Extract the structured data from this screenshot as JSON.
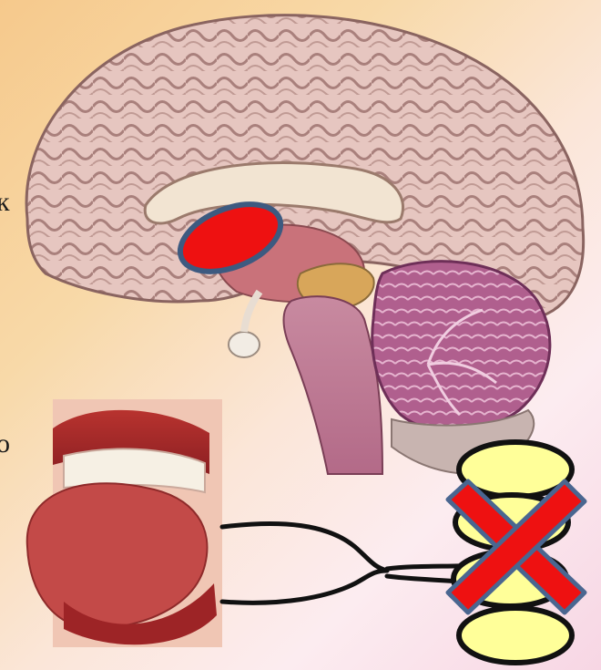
{
  "edge_text": [
    "к",
    "о"
  ],
  "colors": {
    "background_start": "#f6c98c",
    "background_end": "#f7d6e4",
    "marker_fill": "#ee1111",
    "marker_stroke": "#3d5a80",
    "taste_bud_fill": "#ffff99",
    "cross_fill": "#ee1111",
    "cross_stroke": "#4a6690"
  },
  "illustrations": {
    "brain": "brain-sagittal-section",
    "mouth": "open-mouth-with-tongue",
    "nerve": "taste-nerve-lines",
    "receptors": "taste-bud-stack",
    "cross": "red-cross-mark"
  }
}
